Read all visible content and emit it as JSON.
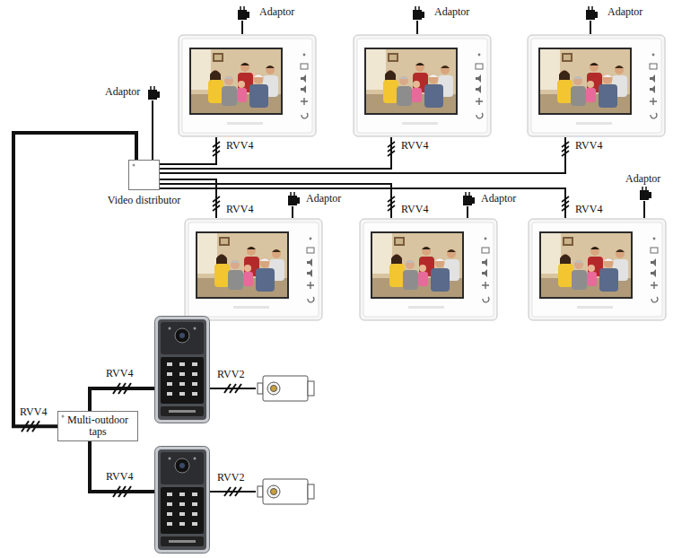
{
  "diagram": {
    "nodes": [
      {
        "text": [
          "Video distributor"
        ]
      },
      {
        "text": [
          "Multi-outdoor taps"
        ]
      }
    ],
    "edges": [
      {
        "from": 0,
        "to": 1,
        "arrow": "none",
        "label": "RVV4"
      }
    ],
    "labels": [
      "Adaptor",
      "Adaptor",
      "Adaptor",
      "Adaptor",
      "RVV4",
      "RVV4",
      "RVV4",
      "Adaptor",
      "Adaptor",
      "Adaptor",
      "RVV4",
      "RVV4",
      "RVV4",
      "RVV4",
      "RVV2",
      "RVV4",
      "RVV2"
    ]
  }
}
